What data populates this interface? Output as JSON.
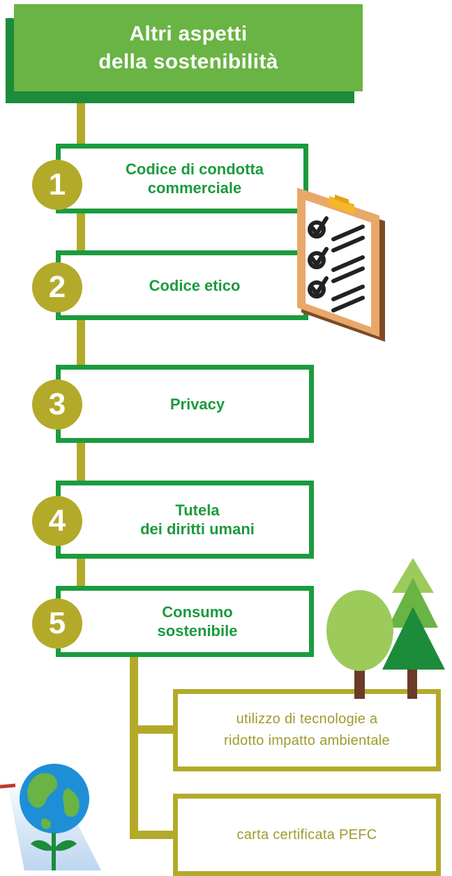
{
  "title": "Altri aspetti\ndella sostenibilità",
  "steps": [
    {
      "number": "1",
      "label": "Codice di condotta\ncommerciale"
    },
    {
      "number": "2",
      "label": "Codice etico"
    },
    {
      "number": "3",
      "label": "Privacy"
    },
    {
      "number": "4",
      "label": "Tutela\ndei diritti umani"
    },
    {
      "number": "5",
      "label": "Consumo\nsostenibile"
    }
  ],
  "sub_items": [
    {
      "label": "utilizzo di tecnologie a\nridotto impatto ambientale"
    },
    {
      "label": "carta certificata PEFC"
    }
  ],
  "illustrations": [
    "clipboard-checklist-icon",
    "trees-icon",
    "globe-plant-icon"
  ],
  "colors": {
    "title_bg": "#69b444",
    "title_shadow": "#1c8b3a",
    "step_border": "#1b9b3e",
    "connector": "#b3aa2a",
    "sub_text": "#a19a2d"
  }
}
